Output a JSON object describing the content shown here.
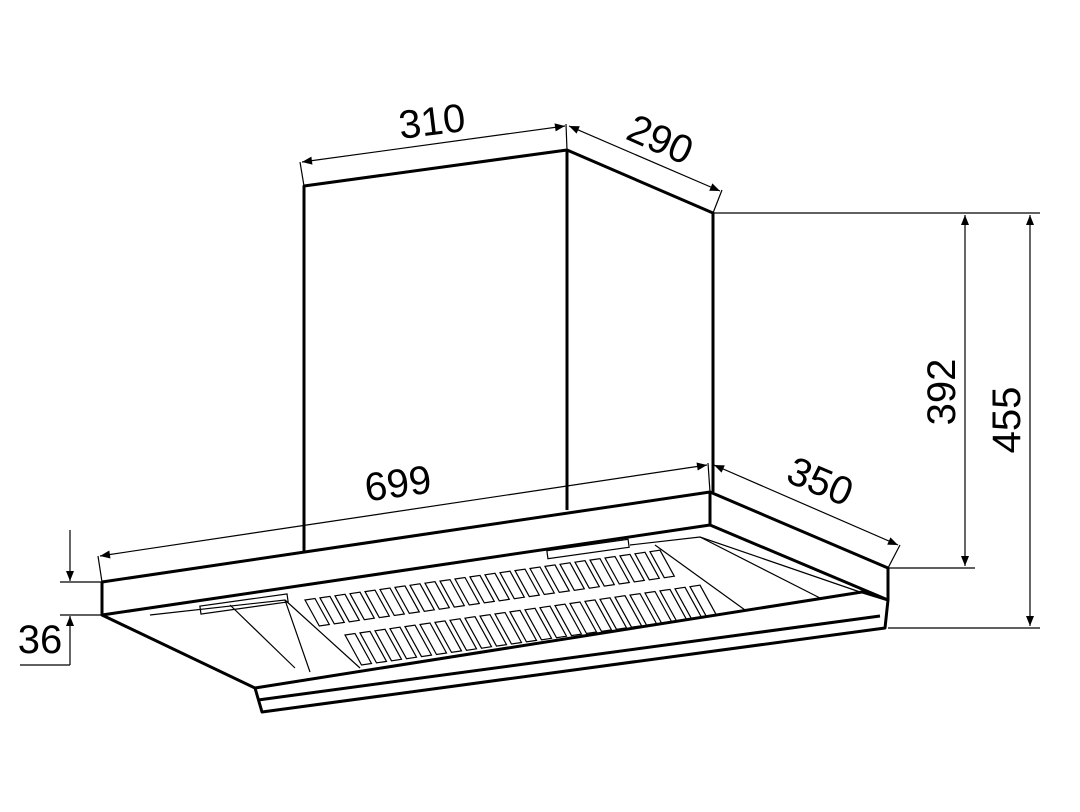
{
  "title": "Chimney hood dimension drawing",
  "dimensions": {
    "chimney_width": "310",
    "chimney_depth": "290",
    "chimney_height": "392",
    "total_height": "455",
    "hood_width": "699",
    "hood_depth": "350",
    "hood_thickness": "36"
  },
  "colors": {
    "line": "#000000",
    "background": "#ffffff"
  }
}
